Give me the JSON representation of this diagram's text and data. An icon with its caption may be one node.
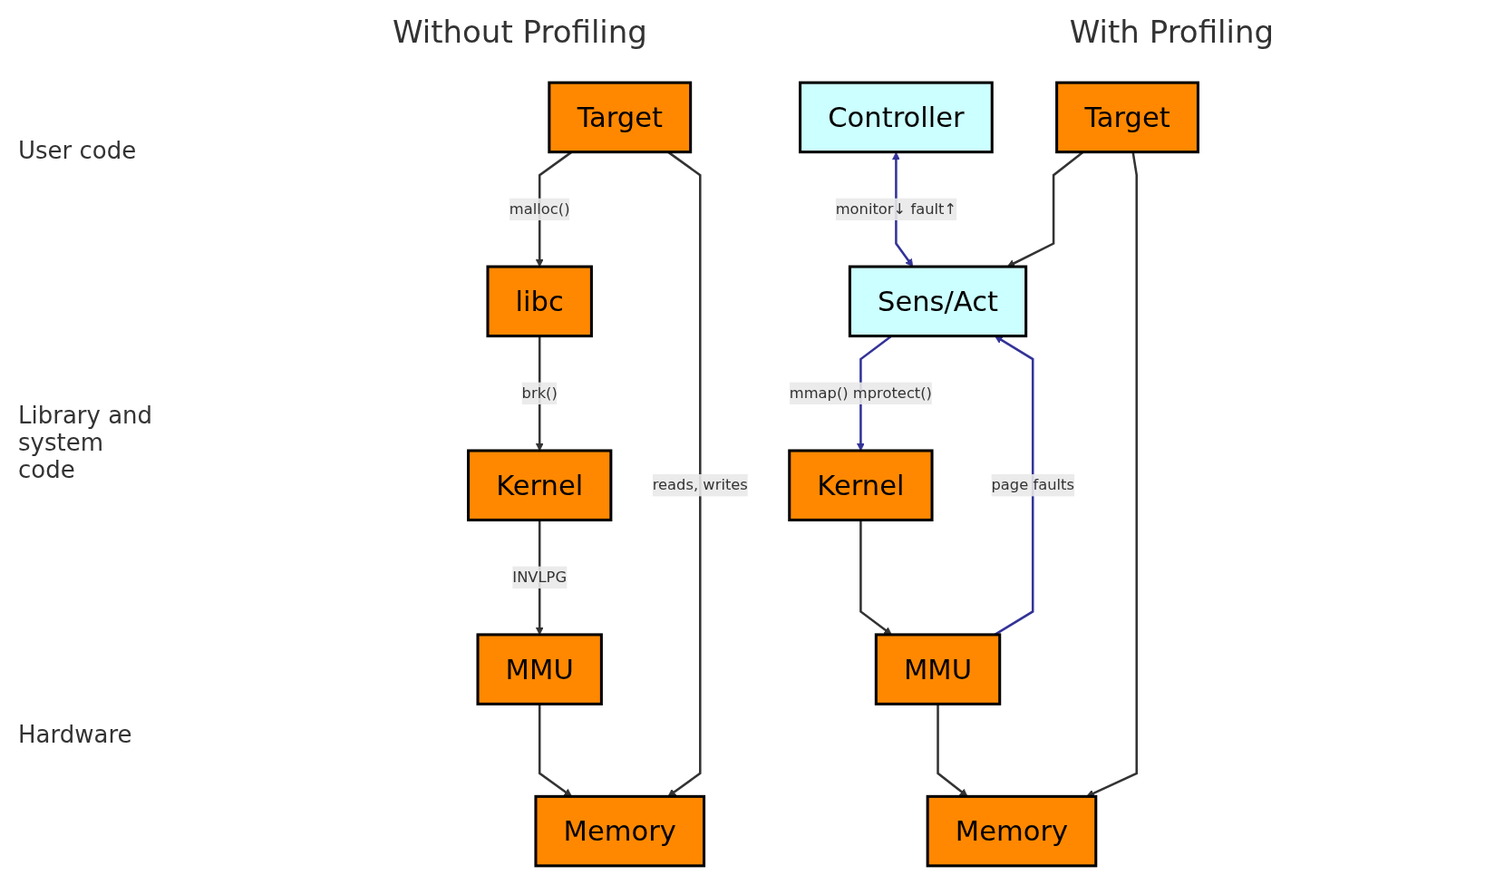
{
  "diagram": {
    "nodes": [
      {
        "text": [
          "Target"
        ]
      },
      {
        "text": [
          "libc"
        ]
      },
      {
        "text": [
          "Kernel"
        ]
      },
      {
        "text": [
          "MMU"
        ]
      },
      {
        "text": [
          "Memory"
        ]
      },
      {
        "text": [
          "Target"
        ]
      },
      {
        "text": [
          "Controller"
        ]
      },
      {
        "text": [
          "Sens/Act"
        ]
      },
      {
        "text": [
          "Kernel"
        ]
      },
      {
        "text": [
          "MMU"
        ]
      },
      {
        "text": [
          "Memory"
        ]
      }
    ],
    "edges": [
      {
        "from": 0,
        "to": 1,
        "arrow": "to",
        "label": "malloc()"
      },
      {
        "from": 1,
        "to": 2,
        "arrow": "to",
        "label": "brk()"
      },
      {
        "from": 2,
        "to": 3,
        "arrow": "to",
        "label": "INVLPG"
      },
      {
        "from": 3,
        "to": 4,
        "arrow": "to"
      },
      {
        "from": 0,
        "to": 4,
        "arrow": "to",
        "label": "reads, writes"
      },
      {
        "from": 5,
        "to": 7,
        "arrow": "to"
      },
      {
        "from": 7,
        "to": 8,
        "arrow": "to",
        "label": "mmap() mprotect()",
        "color": "#333399"
      },
      {
        "from": 8,
        "to": 9,
        "arrow": "to"
      },
      {
        "from": 9,
        "to": 10,
        "arrow": "to"
      },
      {
        "from": 5,
        "to": 10,
        "arrow": "to"
      },
      {
        "from": 6,
        "to": 7,
        "arrow": "both",
        "label": "monitor↓ fault↑",
        "color": "#333399"
      },
      {
        "from": 9,
        "to": 7,
        "arrow": "to",
        "label": "page faults",
        "color": "#333399"
      }
    ],
    "labels": [
      "Without Profiling",
      "With Profiling",
      "User code",
      "Library and system code",
      "Hardware"
    ]
  }
}
